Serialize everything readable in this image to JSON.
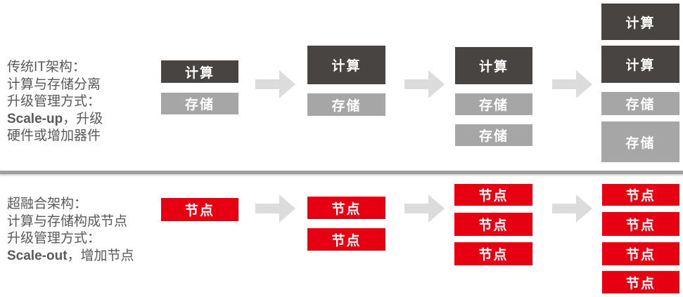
{
  "labels": {
    "compute": "计算",
    "storage": "存储",
    "node": "节点"
  },
  "colors": {
    "compute_box": "#484442",
    "storage_box": "#a6a6a6",
    "node_box": "#e60012",
    "arrow": "#dcdcdc",
    "divider": "#9e9e9e",
    "description_text": "#595959"
  },
  "top": {
    "description": {
      "line1": "传统IT架构：",
      "line2": "计算与存储分离",
      "line3": "升级管理方式：",
      "line4_term": "Scale-up",
      "line4_rest": "，升级",
      "line5": "硬件或增加器件"
    },
    "stages": [
      {
        "boxes": [
          {
            "type": "compute",
            "label": "计算"
          },
          {
            "type": "storage",
            "label": "存储"
          }
        ]
      },
      {
        "boxes": [
          {
            "type": "compute",
            "label": "计算"
          },
          {
            "type": "storage",
            "label": "存储"
          }
        ]
      },
      {
        "boxes": [
          {
            "type": "compute",
            "label": "计算"
          },
          {
            "type": "storage",
            "label": "存储"
          },
          {
            "type": "storage",
            "label": "存储"
          }
        ]
      },
      {
        "boxes": [
          {
            "type": "compute",
            "label": "计算"
          },
          {
            "type": "compute",
            "label": "计算"
          },
          {
            "type": "storage",
            "label": "存储"
          },
          {
            "type": "storage",
            "label": "存储"
          }
        ]
      }
    ]
  },
  "bottom": {
    "description": {
      "line1": "超融合架构：",
      "line2": "计算与存储构成节点",
      "line3": "升级管理方式：",
      "line4_term": "Scale-out",
      "line4_rest": "，增加节点"
    },
    "stages": [
      {
        "boxes": [
          {
            "type": "node",
            "label": "节点"
          }
        ]
      },
      {
        "boxes": [
          {
            "type": "node",
            "label": "节点"
          },
          {
            "type": "node",
            "label": "节点"
          }
        ]
      },
      {
        "boxes": [
          {
            "type": "node",
            "label": "节点"
          },
          {
            "type": "node",
            "label": "节点"
          },
          {
            "type": "node",
            "label": "节点"
          }
        ]
      },
      {
        "boxes": [
          {
            "type": "node",
            "label": "节点"
          },
          {
            "type": "node",
            "label": "节点"
          },
          {
            "type": "node",
            "label": "节点"
          },
          {
            "type": "node",
            "label": "节点"
          }
        ]
      }
    ]
  }
}
